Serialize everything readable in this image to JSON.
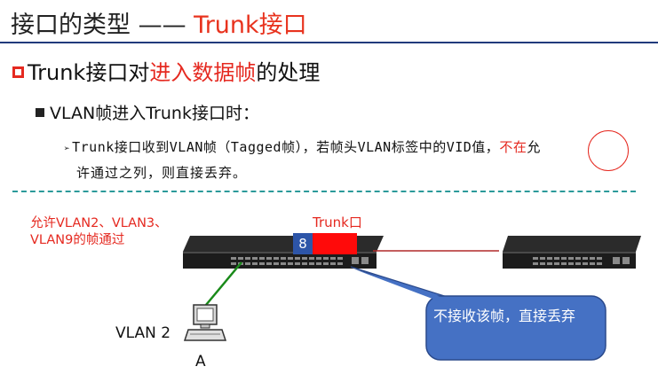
{
  "title": {
    "main": "接口的类型 —— ",
    "accent": "Trunk接口"
  },
  "heading1": {
    "prefix": "Trunk接口对",
    "red": "进入数据帧",
    "suffix": "的处理"
  },
  "heading2": "VLAN帧进入Trunk接口时：",
  "paragraph": {
    "line1_pre": "Trunk接口收到VLAN帧（Tagged帧），若帧头VLAN标签中的VID值，",
    "line1_red": "不在",
    "line1_post": "允",
    "line2": "许通过之列，则直接丢弃。"
  },
  "diagram": {
    "allowed_line1": "允许VLAN2、VLAN3、",
    "allowed_line2": "VLAN9的帧通过",
    "trunk_label": "Trunk口",
    "port_number": "8",
    "host_vlan": "VLAN 2",
    "host_name": "A",
    "callout": "不接收该帧，直接丢弃"
  },
  "colors": {
    "accent_red": "#e52920",
    "title_rule": "#213a7c",
    "dash": "#2b9a9a",
    "callout_fill": "#4571c4",
    "callout_border": "#2b4a8c",
    "port_blue": "#2d55a8",
    "link_green": "#1a8a1a"
  }
}
